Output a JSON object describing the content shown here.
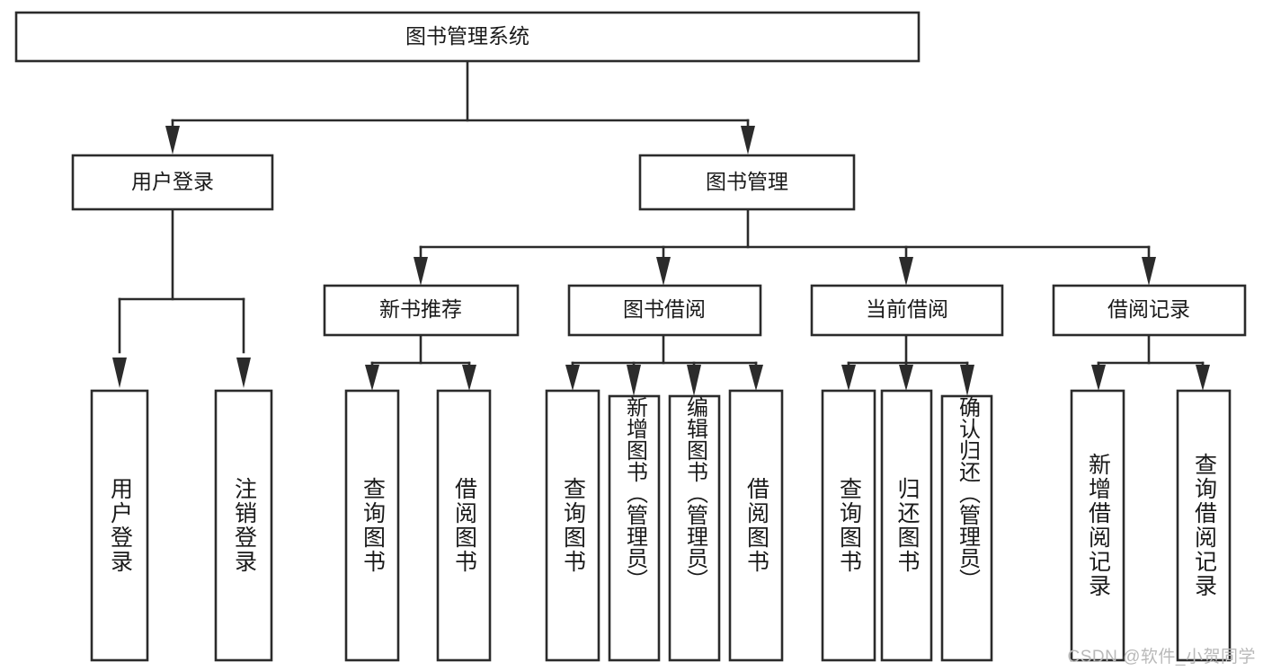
{
  "diagram": {
    "type": "tree-hierarchy",
    "title": "图书管理系统",
    "root": {
      "label": "图书管理系统"
    },
    "level1": [
      {
        "label": "用户登录"
      },
      {
        "label": "图书管理"
      }
    ],
    "level2": [
      {
        "label": "新书推荐"
      },
      {
        "label": "图书借阅"
      },
      {
        "label": "当前借阅"
      },
      {
        "label": "借阅记录"
      }
    ],
    "leaves": {
      "user_login": [
        {
          "label": "用户登录"
        },
        {
          "label": "注销登录"
        }
      ],
      "new_book_recommend": [
        {
          "label": "查询图书"
        },
        {
          "label": "借阅图书"
        }
      ],
      "book_borrow": [
        {
          "label": "查询图书"
        },
        {
          "label": "新增图书（管理员）"
        },
        {
          "label": "编辑图书（管理员）"
        },
        {
          "label": "借阅图书"
        }
      ],
      "current_borrow": [
        {
          "label": "查询图书"
        },
        {
          "label": "归还图书"
        },
        {
          "label": "确认归还（管理员）"
        }
      ],
      "borrow_record": [
        {
          "label": "新增借阅记录"
        },
        {
          "label": "查询借阅记录"
        }
      ]
    },
    "watermark": "CSDN @软件_小贺同学",
    "colors": {
      "stroke": "#2b2b2b",
      "fill": "#ffffff",
      "text": "#1a1a1a",
      "watermark": "#b9b9b9"
    }
  }
}
